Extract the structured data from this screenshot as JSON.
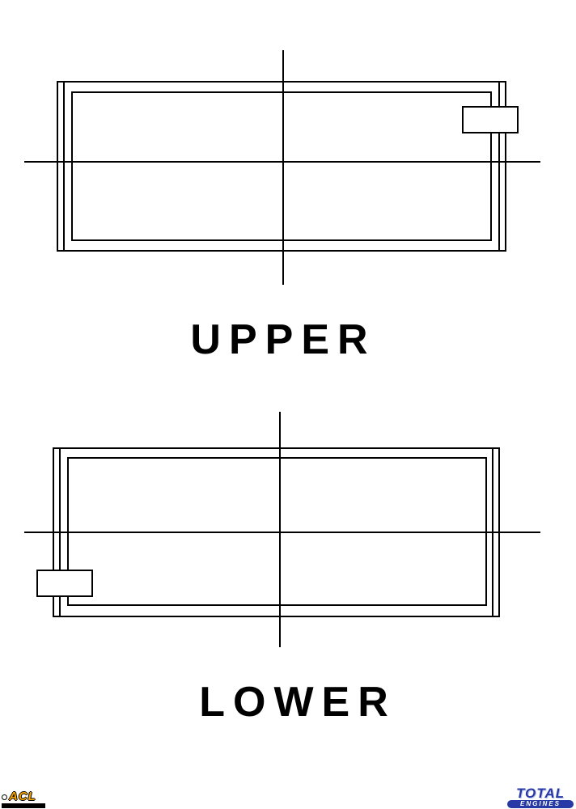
{
  "labels": {
    "upper": "UPPER",
    "lower": "LOWER"
  },
  "footer": {
    "acl": "ACL",
    "total": "TOTAL",
    "engines": "ENGINES"
  },
  "colors": {
    "line": "#000000",
    "acl_orange": "#f4a300",
    "total_blue": "#2639a5"
  }
}
